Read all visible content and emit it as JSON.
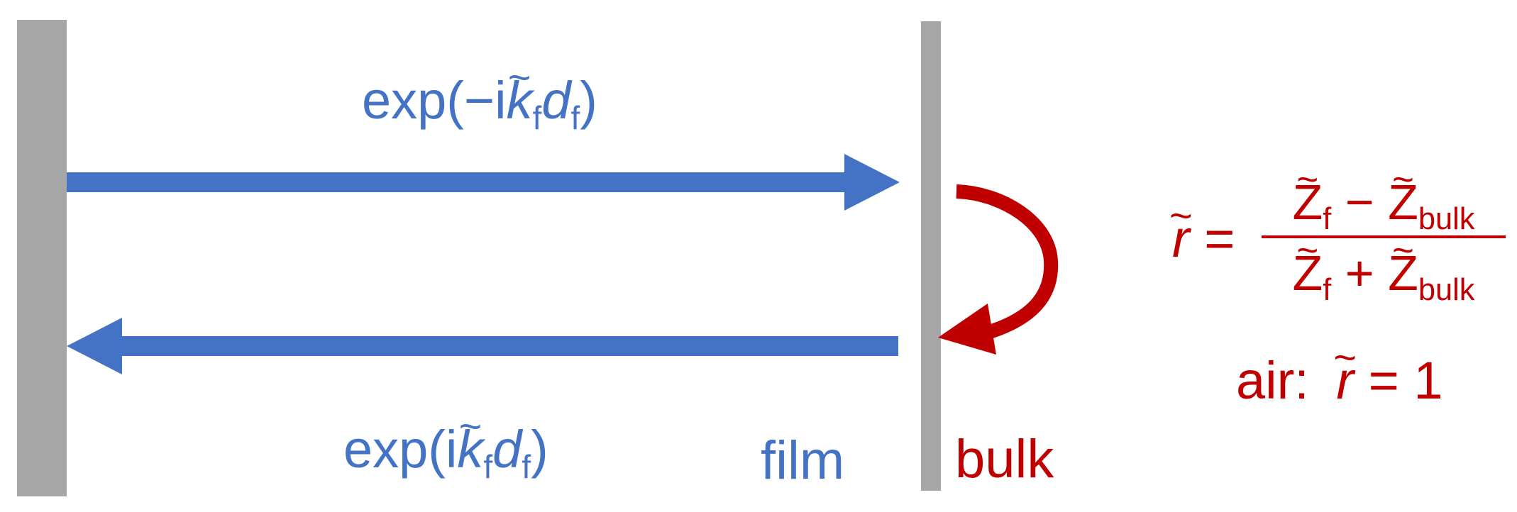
{
  "labels": {
    "forward_exp": "exp(−i",
    "forward_k": "k",
    "forward_k_sub": "f",
    "forward_d": "d",
    "forward_d_sub": "f",
    "forward_close": ")",
    "backward_exp": "exp(i",
    "backward_k": "k",
    "backward_k_sub": "f",
    "backward_d": "d",
    "backward_d_sub": "f",
    "backward_close": ")",
    "film": "film",
    "bulk": "bulk"
  },
  "formula": {
    "r_symbol": "r",
    "equals": "=",
    "z": "Z",
    "z_sub_f": "f",
    "z_sub_bulk": "bulk",
    "minus": "−",
    "plus": "+",
    "air_label": "air:",
    "air_value": "= 1"
  },
  "colors": {
    "blue": "#4472c4",
    "red": "#c00000",
    "wall": "#a6a6a6"
  }
}
